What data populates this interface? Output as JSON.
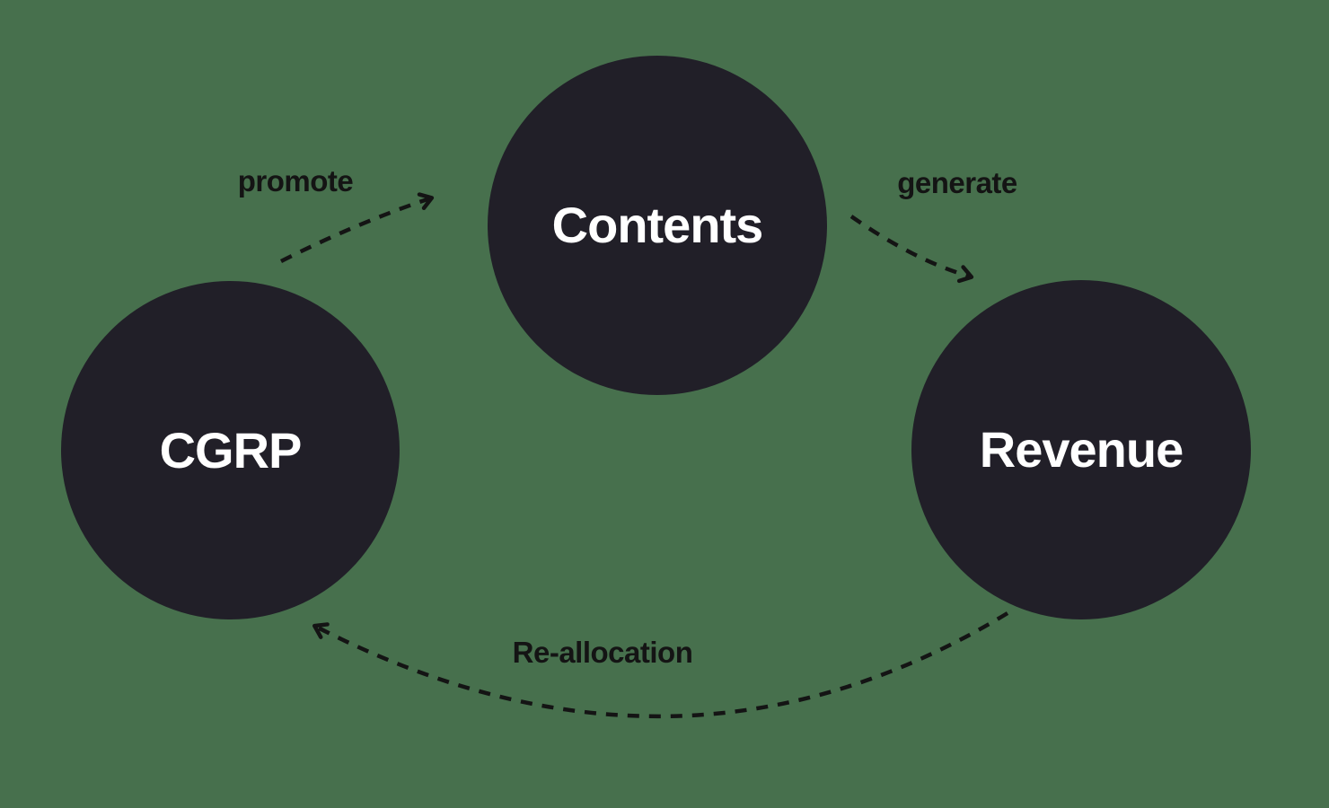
{
  "diagram": {
    "colors": {
      "background": "#47704d",
      "node-fill": "#211f28",
      "node-text": "#ffffff",
      "arrow": "#141414"
    },
    "nodes": [
      {
        "id": "cgrp",
        "label": "CGRP"
      },
      {
        "id": "contents",
        "label": "Contents"
      },
      {
        "id": "revenue",
        "label": "Revenue"
      }
    ],
    "edges": [
      {
        "id": "promote",
        "from": "cgrp",
        "to": "contents",
        "label": "promote",
        "style": "dashed-arrow"
      },
      {
        "id": "generate",
        "from": "contents",
        "to": "revenue",
        "label": "generate",
        "style": "dashed-arrow"
      },
      {
        "id": "reallocation",
        "from": "revenue",
        "to": "cgrp",
        "label": "Re-allocation",
        "style": "dashed-arrow"
      }
    ]
  }
}
